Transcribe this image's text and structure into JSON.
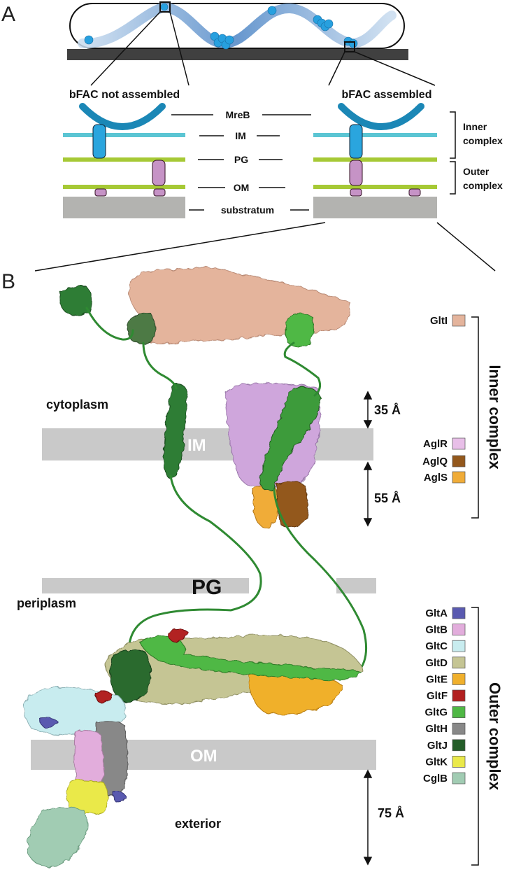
{
  "panel_a": {
    "label": "A",
    "left_caption": "bFAC not assembled",
    "right_caption": "bFAC assembled",
    "layers": [
      "MreB",
      "IM",
      "PG",
      "OM",
      "substratum"
    ],
    "brackets": {
      "inner": [
        "Inner",
        "complex"
      ],
      "outer": [
        "Outer",
        "complex"
      ]
    },
    "colors": {
      "mreb": "#1b87b6",
      "im": "#5bc5d3",
      "pg": "#a6c935",
      "inner_protein": "#2aa5de",
      "outer_protein": "#c693c6",
      "substratum": "#b3b3b0"
    }
  },
  "panel_b": {
    "label": "B",
    "regions": {
      "cytoplasm": "cytoplasm",
      "im": "IM",
      "pg": "PG",
      "periplasm": "periplasm",
      "om": "OM",
      "exterior": "exterior"
    },
    "measures": {
      "top": "35 Å",
      "middle": "55 Å",
      "bottom": "75 Å"
    },
    "complex_labels": {
      "inner": "Inner complex",
      "outer": "Outer complex"
    },
    "inner_legend": [
      {
        "name": "GltI",
        "color": "#e4b49c"
      },
      {
        "name": "AglR",
        "color": "#e8bfe8"
      },
      {
        "name": "AglQ",
        "color": "#93581c"
      },
      {
        "name": "AglS",
        "color": "#f0ac38"
      }
    ],
    "outer_legend": [
      {
        "name": "GltA",
        "color": "#5a5ab0"
      },
      {
        "name": "GltB",
        "color": "#e2addc"
      },
      {
        "name": "GltC",
        "color": "#c8ecef"
      },
      {
        "name": "GltD",
        "color": "#c5c594"
      },
      {
        "name": "GltE",
        "color": "#f0b02c"
      },
      {
        "name": "GltF",
        "color": "#b22020"
      },
      {
        "name": "GltG",
        "color": "#4fb845"
      },
      {
        "name": "GltH",
        "color": "#888888"
      },
      {
        "name": "GltJ",
        "color": "#245e29"
      },
      {
        "name": "GltK",
        "color": "#eae94a"
      },
      {
        "name": "CglB",
        "color": "#a1ccb3"
      }
    ]
  }
}
